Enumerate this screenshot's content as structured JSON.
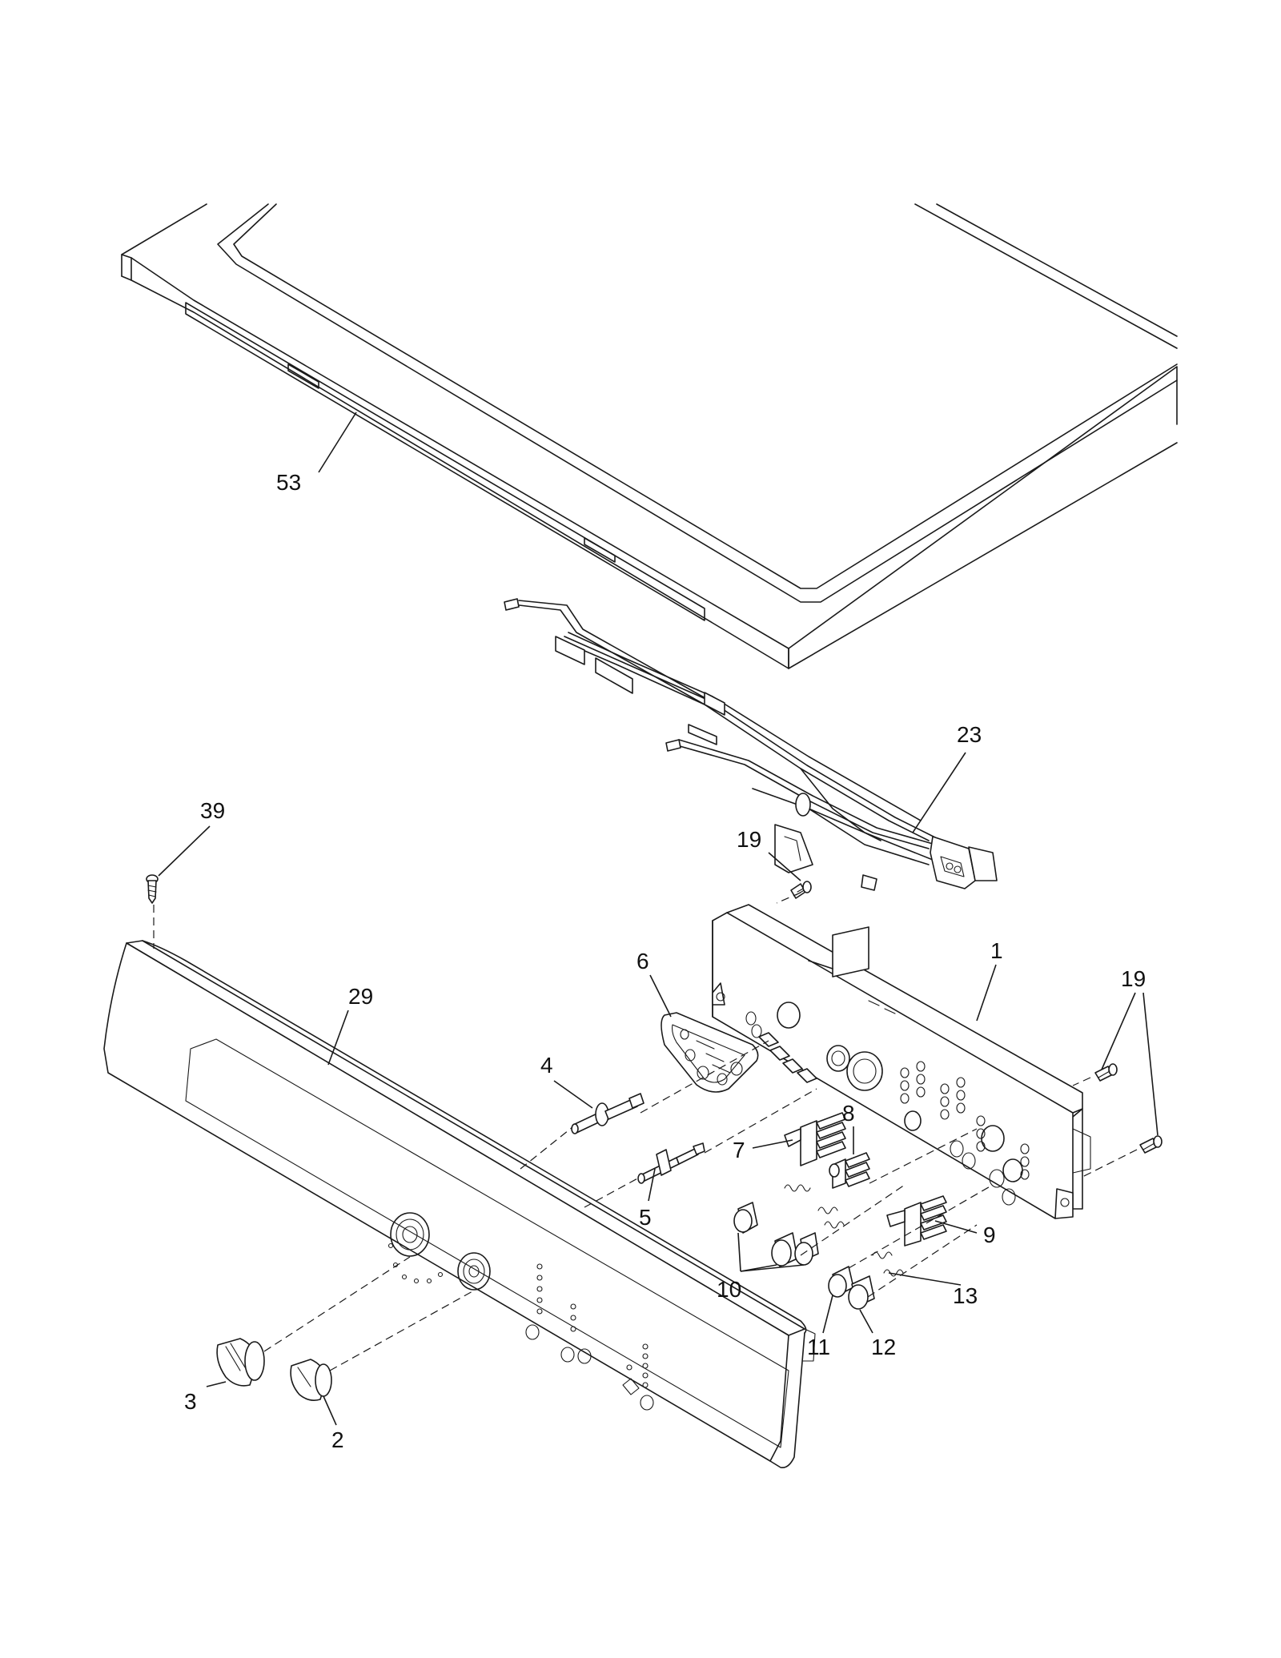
{
  "callouts": {
    "c53": "53",
    "c23": "23",
    "c39": "39",
    "c19a": "19",
    "c19b": "19",
    "c29": "29",
    "c6": "6",
    "c1": "1",
    "c4": "4",
    "c5": "5",
    "c7": "7",
    "c8": "8",
    "c9": "9",
    "c10": "10",
    "c11": "11",
    "c12": "12",
    "c13": "13",
    "c3": "3",
    "c2": "2"
  }
}
